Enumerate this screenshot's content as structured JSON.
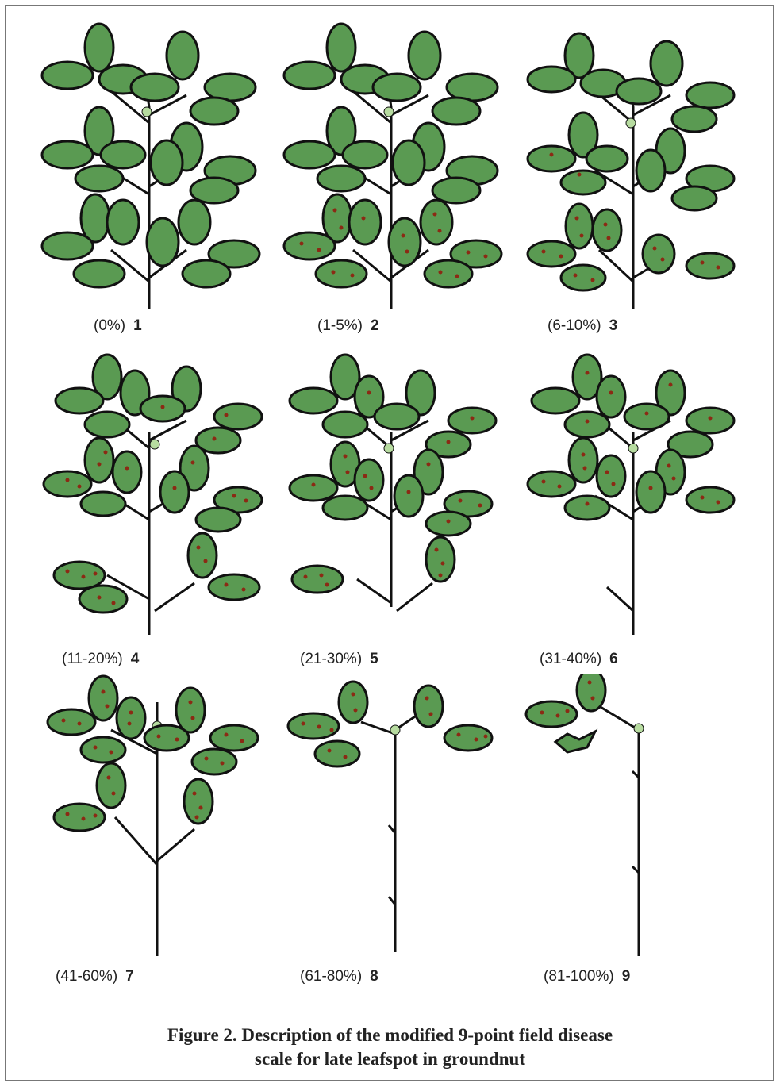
{
  "figure": {
    "caption_line1": "Figure 2. Description of the modified 9-point field disease",
    "caption_line2": "scale  for late leafspot in groundnut"
  },
  "colors": {
    "leaf": "#5a9a52",
    "leaf_outline": "#111111",
    "spot": "#8b2a14",
    "bud": "#b7dca0"
  },
  "scale": [
    {
      "score": "1",
      "range": "(0%)",
      "spotted_fraction": 0.0
    },
    {
      "score": "2",
      "range": "(1-5%)",
      "spotted_fraction": 0.05
    },
    {
      "score": "3",
      "range": "(6-10%)",
      "spotted_fraction": 0.1
    },
    {
      "score": "4",
      "range": "(11-20%)",
      "spotted_fraction": 0.2
    },
    {
      "score": "5",
      "range": "(21-30%)",
      "spotted_fraction": 0.3
    },
    {
      "score": "6",
      "range": "(31-40%)",
      "spotted_fraction": 0.4
    },
    {
      "score": "7",
      "range": "(41-60%)",
      "spotted_fraction": 0.6
    },
    {
      "score": "8",
      "range": "(61-80%)",
      "spotted_fraction": 0.8
    },
    {
      "score": "9",
      "range": "(81-100%)",
      "spotted_fraction": 1.0
    }
  ]
}
